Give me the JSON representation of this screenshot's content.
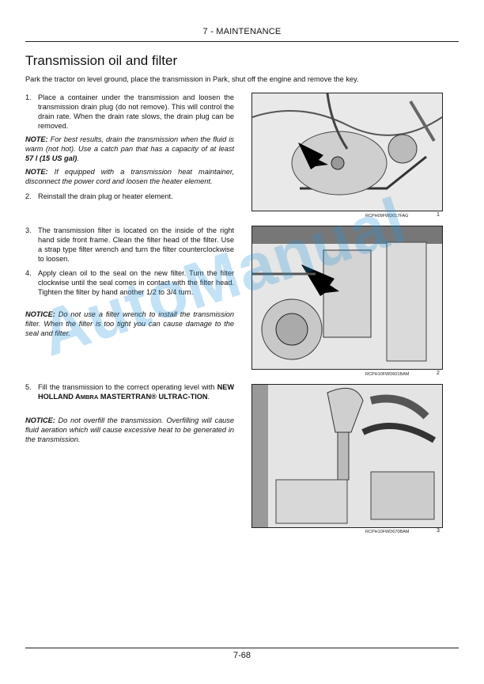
{
  "header": {
    "section": "7 - MAINTENANCE"
  },
  "page": {
    "number": "7-68"
  },
  "title": "Transmission oil and filter",
  "intro": "Park the tractor on level ground, place the transmission in Park, shut off the engine and remove the key.",
  "steps": [
    {
      "num": "1.",
      "text": "Place a container under the transmission and loosen the transmission drain plug (do not remove).  This will control the drain rate.  When the drain rate slows, the drain plug can be removed."
    },
    {
      "num": "2.",
      "text": "Reinstall the drain plug or heater element."
    },
    {
      "num": "3.",
      "text": "The transmission filter is located on the inside of the right hand side front frame. Clean the filter head of the filter.  Use a strap type filter wrench and turn the filter counterclockwise to loosen."
    },
    {
      "num": "4.",
      "text": "Apply clean oil to the seal on the new filter.  Turn the filter clockwise until the seal comes in contact with the filter head.  Tighten the filter by hand another 1/2 to 3/4 turn."
    },
    {
      "num": "5.",
      "text_pre": "Fill the transmission to the correct operating level with",
      "product_a": "NEW HOLLAND A",
      "product_b": "MBRA",
      "product_c": " MASTERTRAN® ULTRAC-TION",
      "text_post": "."
    }
  ],
  "notes": {
    "n1_label": "NOTE:",
    "n1_text": " For best results, drain the transmission when the fluid is warm (not hot). Use a catch pan that has a capacity of at least ",
    "n1_bold": "57 l (15 US gal)",
    "n1_end": ".",
    "n2_label": "NOTE:",
    "n2_text": " If equipped with a transmission heat maintainer, disconnect the power cord and loosen the heater element.",
    "n3_label": "NOTICE:",
    "n3_text": " Do not use a filter wrench to install the transmission filter.  When the filter is too tight you can cause damage to the seal and filter.",
    "n4_label": "NOTICE:",
    "n4_text": " Do not overfill the transmission.  Overfilling will cause fluid aeration which will cause excessive heat to be generated in the transmission."
  },
  "figures": [
    {
      "code": "RCPH09FWD017FAG",
      "num": "1",
      "icon": "drain-plug-photo"
    },
    {
      "code": "RCPH10FWD601BAM",
      "num": "2",
      "icon": "filter-location-photo"
    },
    {
      "code": "RCPH10FWD670BAM",
      "num": "3",
      "icon": "filling-transmission-photo"
    }
  ],
  "watermark": "AutoManual"
}
